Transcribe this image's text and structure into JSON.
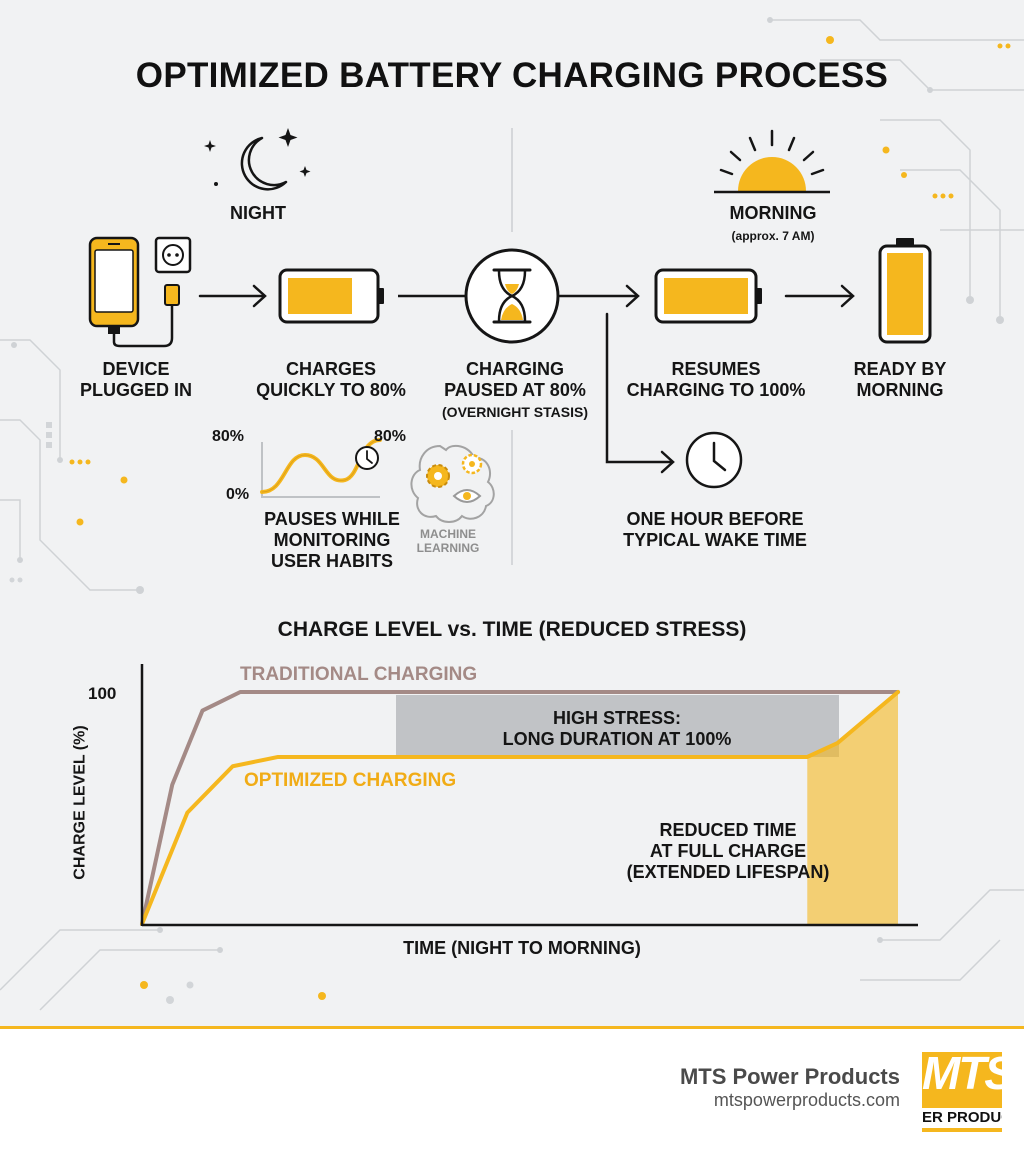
{
  "title": "OPTIMIZED BATTERY CHARGING PROCESS",
  "night_label": "NIGHT",
  "morning_label": "MORNING",
  "morning_sub": "(approx. 7 AM)",
  "steps": {
    "device": [
      "DEVICE",
      "PLUGGED IN"
    ],
    "charges": [
      "CHARGES",
      "QUICKLY TO 80%"
    ],
    "paused": [
      "CHARGING",
      "PAUSED AT 80%"
    ],
    "paused_sub": "(OVERNIGHT STASIS)",
    "resumes": [
      "RESUMES",
      "CHARGING TO 100%"
    ],
    "ready": [
      "READY BY",
      "MORNING"
    ]
  },
  "monitor": {
    "label": [
      "PAUSES WHILE",
      "MONITORING",
      "USER HABITS"
    ],
    "left_80": "80%",
    "left_0": "0%",
    "right_80": "80%",
    "ml_label": [
      "MACHINE",
      "LEARNING"
    ]
  },
  "wake": [
    "ONE HOUR BEFORE",
    "TYPICAL WAKE TIME"
  ],
  "chart_data": {
    "type": "line",
    "title": "CHARGE LEVEL vs. TIME (REDUCED STRESS)",
    "xlabel": "TIME (NIGHT TO MORNING)",
    "ylabel": "CHARGE LEVEL (%)",
    "y_tick": "100",
    "series": [
      {
        "name": "TRADITIONAL CHARGING",
        "color": "#a48a86",
        "x": [
          0,
          0.04,
          0.08,
          0.13,
          1.0
        ],
        "y": [
          0,
          60,
          92,
          100,
          100
        ]
      },
      {
        "name": "OPTIMIZED CHARGING",
        "color": "#f5b71e",
        "x": [
          0,
          0.06,
          0.12,
          0.18,
          0.88,
          0.92,
          1.0
        ],
        "y": [
          0,
          48,
          68,
          72,
          72,
          78,
          100
        ]
      }
    ],
    "annotations": {
      "high_stress": [
        "HIGH STRESS:",
        "LONG DURATION AT 100%"
      ],
      "reduced": [
        "REDUCED TIME",
        "AT FULL CHARGE",
        "(EXTENDED LIFESPAN)"
      ]
    }
  },
  "footer": {
    "brand": "MTS Power Products",
    "url": "mtspowerproducts.com",
    "logo_big": "MTS",
    "logo_small": "ER PRODUC"
  },
  "colors": {
    "accent": "#f5b71e",
    "ink": "#151515"
  }
}
